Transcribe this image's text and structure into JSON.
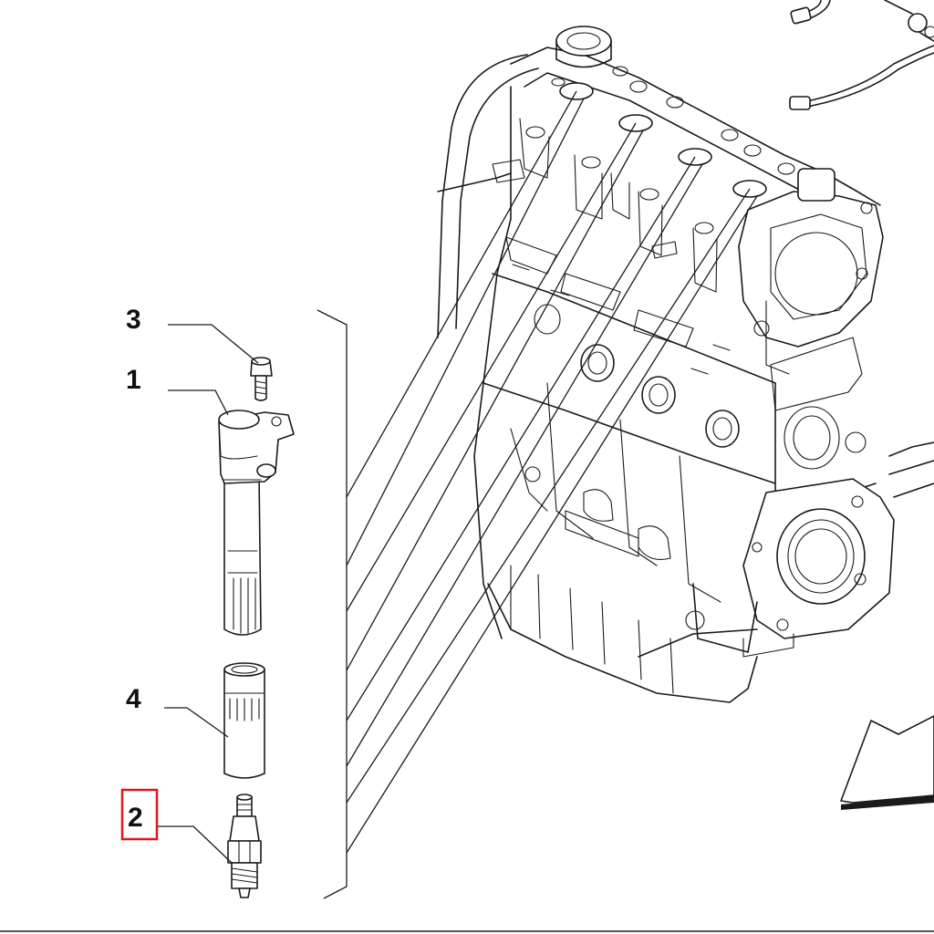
{
  "diagram": {
    "callouts": [
      {
        "id": "injector",
        "label": "1",
        "highlighted": false
      },
      {
        "id": "spark-plug",
        "label": "2",
        "highlighted": true
      },
      {
        "id": "bolt",
        "label": "3",
        "highlighted": false
      },
      {
        "id": "sleeve",
        "label": "4",
        "highlighted": false
      }
    ],
    "highlight_color": "#e0161e",
    "line_color": "#1a1a1a"
  }
}
